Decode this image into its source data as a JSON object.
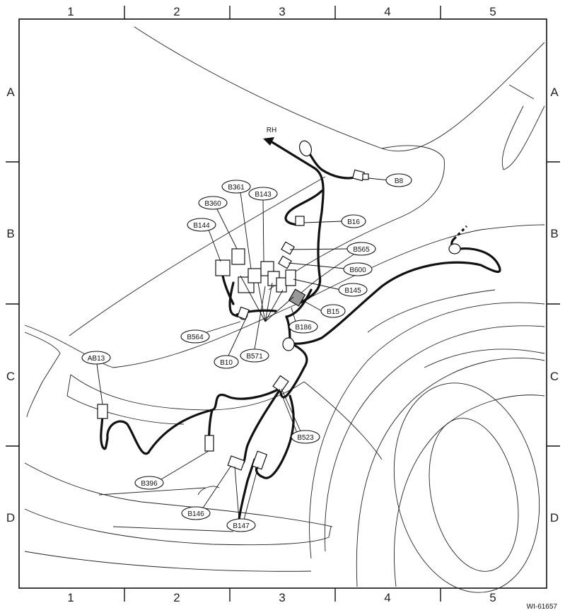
{
  "grid": {
    "columns": [
      "1",
      "2",
      "3",
      "4",
      "5"
    ],
    "rows": [
      "A",
      "B",
      "C",
      "D"
    ]
  },
  "direction_label": "RH",
  "figure_id": "WI-61657",
  "connectors": {
    "b8": "B8",
    "b16": "B16",
    "b565": "B565",
    "b600": "B600",
    "b145": "B145",
    "b15": "B15",
    "b186": "B186",
    "b571": "B571",
    "b10": "B10",
    "b564": "B564",
    "b144": "B144",
    "b360": "B360",
    "b361": "B361",
    "b143": "B143",
    "ab13": "AB13",
    "b523": "B523",
    "b396": "B396",
    "b146": "B146",
    "b147": "B147"
  }
}
